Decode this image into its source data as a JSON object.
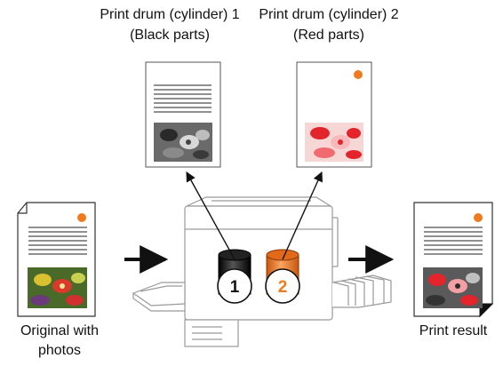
{
  "labels": {
    "drum1_line1": "Print drum (cylinder) 1",
    "drum1_line2": "(Black parts)",
    "drum2_line1": "Print drum (cylinder) 2",
    "drum2_line2": "(Red parts)",
    "original_line1": "Original with",
    "original_line2": "photos",
    "result": "Print result"
  },
  "drums": [
    {
      "number": "1",
      "color": "#1a1a1a"
    },
    {
      "number": "2",
      "color": "#f07a1e"
    }
  ],
  "colors": {
    "accent_orange": "#f07a1e",
    "ink_black": "#111111",
    "red_parts": "#e3242b",
    "outline_gray": "#9a9a9a"
  },
  "icons": [
    "document-icon",
    "printer-icon",
    "arrow-icon",
    "drum-icon",
    "photo-icon"
  ]
}
